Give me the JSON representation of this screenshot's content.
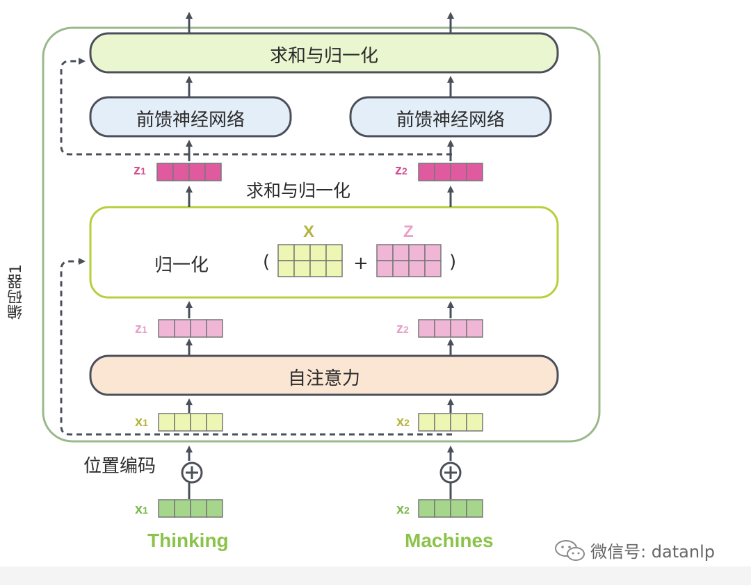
{
  "encoder_label": "编码器1",
  "blocks": {
    "add_norm_top": "求和与归一化",
    "ffn_left": "前馈神经网络",
    "ffn_right": "前馈神经网络",
    "add_norm_mid_caption": "求和与归一化",
    "norm_label": "归一化",
    "self_attention": "自注意力"
  },
  "matrix_labels": {
    "x": "X",
    "z": "Z"
  },
  "operators": {
    "open_paren": "(",
    "plus": "+",
    "close_paren": ")"
  },
  "vectors": {
    "z1_top": {
      "name": "z",
      "sub": "1"
    },
    "z2_top": {
      "name": "z",
      "sub": "2"
    },
    "z1_mid": {
      "name": "z",
      "sub": "1"
    },
    "z2_mid": {
      "name": "z",
      "sub": "2"
    },
    "x1_enc": {
      "name": "x",
      "sub": "1"
    },
    "x2_enc": {
      "name": "x",
      "sub": "2"
    },
    "x1_in": {
      "name": "x",
      "sub": "1"
    },
    "x2_in": {
      "name": "x",
      "sub": "2"
    }
  },
  "positional_encoding_label": "位置编码",
  "words": {
    "left": "Thinking",
    "right": "Machines"
  },
  "watermark": "微信号: datanlp",
  "colors": {
    "encoder_border": "#9bb88c",
    "add_norm_fill": "#eaf6d0",
    "ffn_fill": "#e4eef8",
    "norm_border": "#b6cf3c",
    "self_attention_fill": "#fbe6d4",
    "z_dark": "#e05aa0",
    "z_light": "#f0b6d6",
    "x_light": "#eef6b4",
    "x_input": "#a6d58c",
    "label_pink_dark": "#d4508e",
    "label_pink_light": "#e8a0c8",
    "label_olive": "#b4b43c",
    "label_green": "#7cb84c",
    "arrow": "#4a4f59"
  }
}
